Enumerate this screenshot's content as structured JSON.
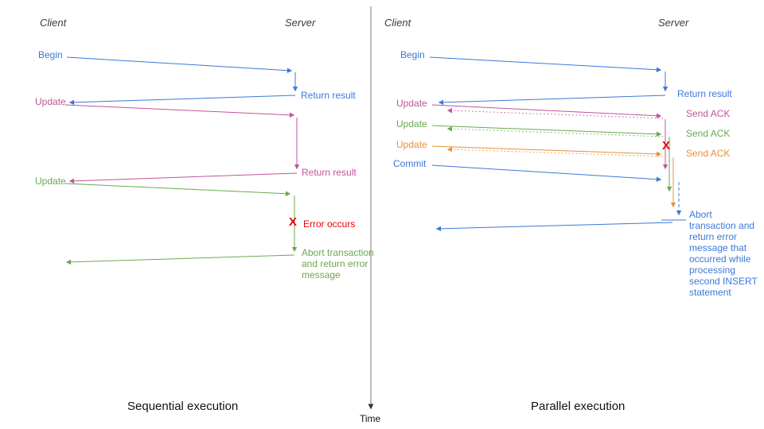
{
  "colors": {
    "blue": "#3c78d8",
    "pink": "#c0549c",
    "green": "#6aa84f",
    "orange": "#e69138",
    "red": "#ee0000",
    "header_gray": "#3a3a3a"
  },
  "left": {
    "headers": {
      "client": "Client",
      "server": "Server"
    },
    "messages": {
      "begin": "Begin",
      "return_result_1": "Return result",
      "update_1": "Update",
      "return_result_2": "Return result",
      "update_2": "Update",
      "error_x": "X",
      "error_occurs": "Error occurs",
      "abort": "Abort transaction and return error message"
    },
    "caption": "Sequential execution"
  },
  "right": {
    "headers": {
      "client": "Client",
      "server": "Server"
    },
    "messages": {
      "begin": "Begin",
      "return_result": "Return result",
      "update_1": "Update",
      "send_ack_1": "Send ACK",
      "update_2": "Update",
      "send_ack_2": "Send ACK",
      "update_3": "Update",
      "send_ack_3": "Send ACK",
      "commit": "Commit",
      "error_x": "X",
      "abort": "Abort transaction and return error message that occurred while processing second INSERT statement"
    },
    "caption": "Parallel execution"
  },
  "time_axis": {
    "label": "Time"
  }
}
